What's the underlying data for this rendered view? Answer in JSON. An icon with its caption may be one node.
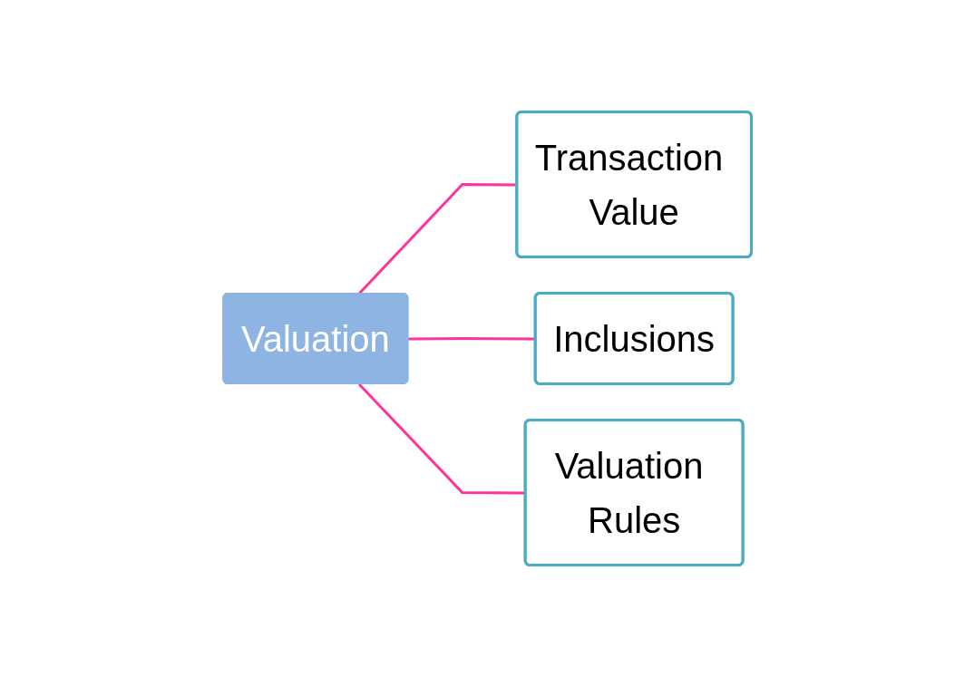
{
  "diagram": {
    "nodes": [
      {
        "text": [
          "Valuation"
        ]
      },
      {
        "text": [
          "Transaction Value"
        ]
      },
      {
        "text": [
          "Inclusions"
        ]
      },
      {
        "text": [
          "Valuation Rules"
        ]
      }
    ],
    "edges": [
      {
        "from": 0,
        "to": 1,
        "arrow": "none"
      },
      {
        "from": 0,
        "to": 2,
        "arrow": "none"
      },
      {
        "from": 0,
        "to": 3,
        "arrow": "none"
      }
    ]
  }
}
